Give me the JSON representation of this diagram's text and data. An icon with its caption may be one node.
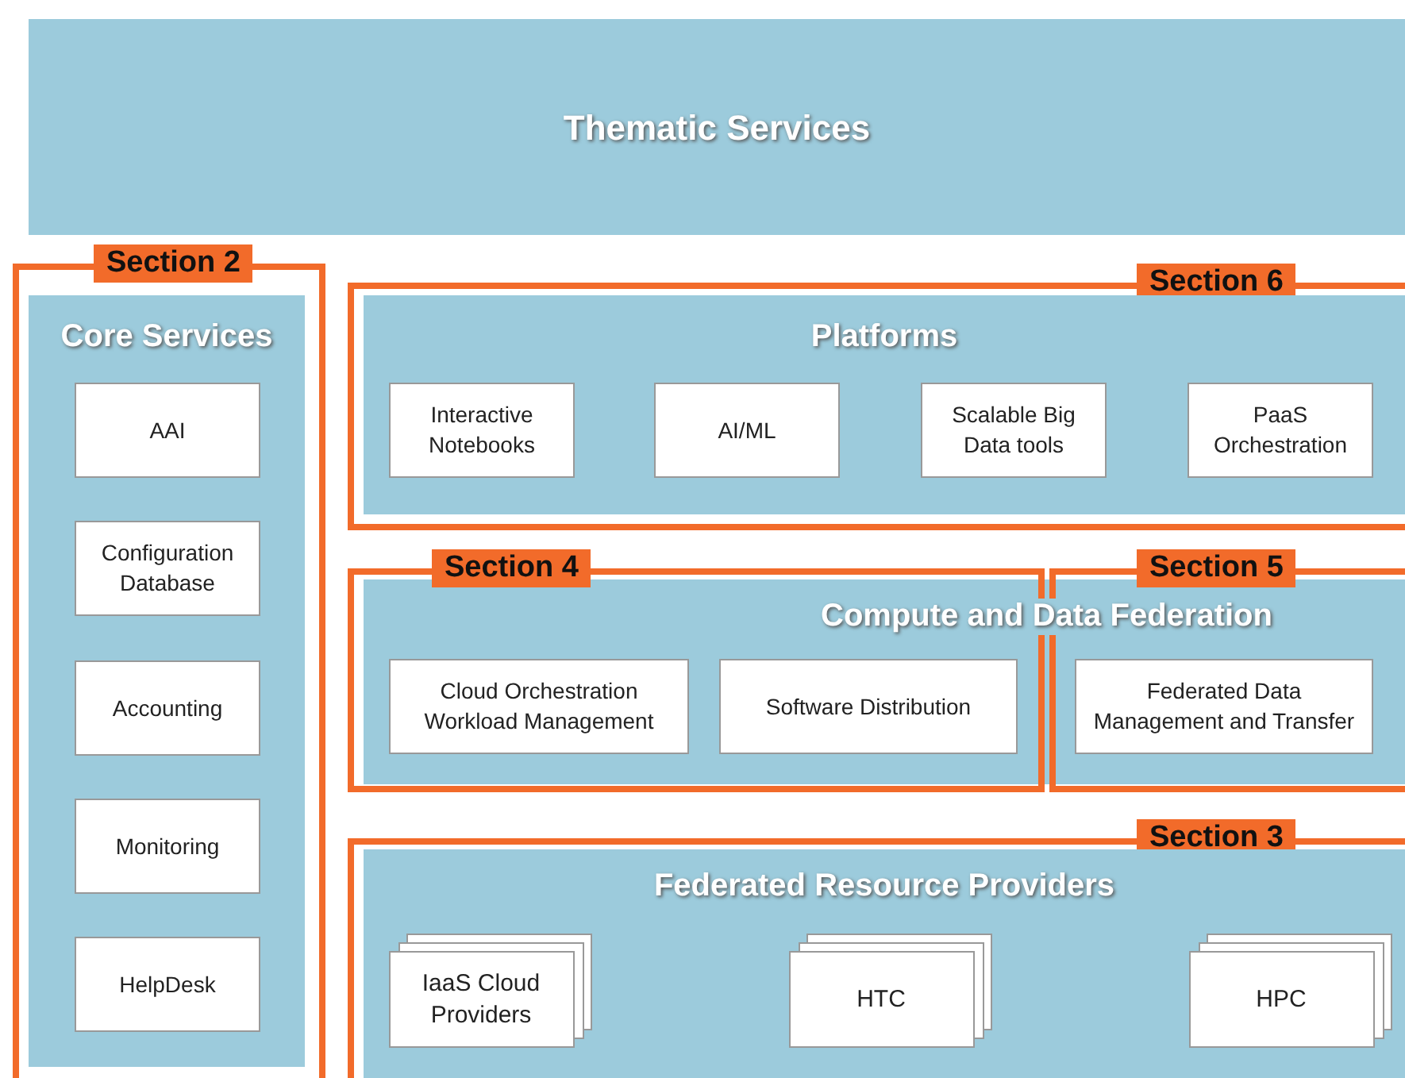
{
  "diagram": {
    "nodes": [
      {
        "text": [
          "Thematic Services"
        ]
      },
      {
        "text": [
          "Section 2"
        ]
      },
      {
        "text": [
          "Core Services"
        ],
        "in": 1
      },
      {
        "text": [
          "AAI"
        ],
        "in": 2
      },
      {
        "text": [
          "Configuration Database"
        ],
        "in": 2
      },
      {
        "text": [
          "Accounting"
        ],
        "in": 2
      },
      {
        "text": [
          "Monitoring"
        ],
        "in": 2
      },
      {
        "text": [
          "HelpDesk"
        ],
        "in": 2
      },
      {
        "text": [
          "Section 6"
        ]
      },
      {
        "text": [
          "Platforms"
        ],
        "in": 8
      },
      {
        "text": [
          "Interactive Notebooks"
        ],
        "in": 9
      },
      {
        "text": [
          "AI/ML"
        ],
        "in": 9
      },
      {
        "text": [
          "Scalable Big Data tools"
        ],
        "in": 9
      },
      {
        "text": [
          "PaaS Orchestration"
        ],
        "in": 9
      },
      {
        "text": [
          "Compute and Data Federation"
        ]
      },
      {
        "text": [
          "Section 4"
        ]
      },
      {
        "text": [
          "Cloud Orchestration Workload Management"
        ],
        "in": 15
      },
      {
        "text": [
          "Software Distribution"
        ],
        "in": 15
      },
      {
        "text": [
          "Section 5"
        ]
      },
      {
        "text": [
          "Federated Data Management and Transfer"
        ],
        "in": 18
      },
      {
        "text": [
          "Section 3"
        ]
      },
      {
        "text": [
          "Federated Resource Providers"
        ],
        "in": 20
      },
      {
        "text": [
          "IaaS Cloud Providers"
        ],
        "in": 21
      },
      {
        "text": [
          "HTC"
        ],
        "in": 21
      },
      {
        "text": [
          "HPC"
        ],
        "in": 21
      }
    ],
    "edges": []
  }
}
